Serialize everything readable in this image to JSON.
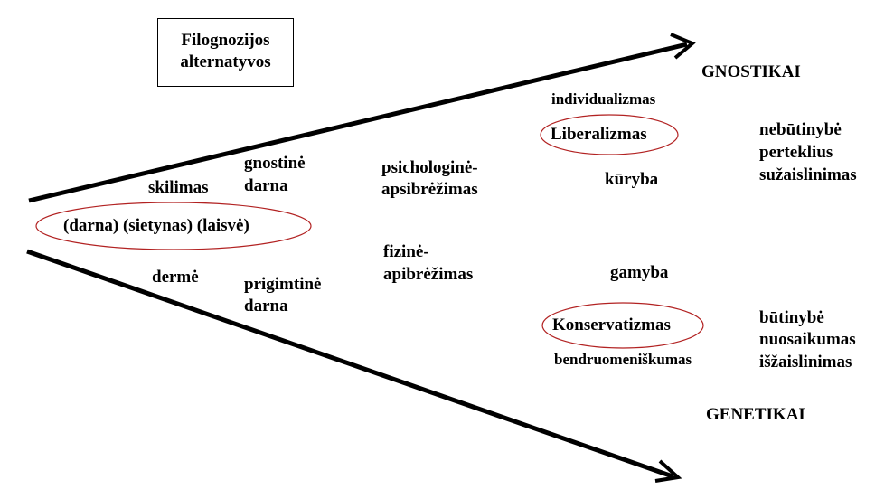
{
  "title_box": {
    "lines": [
      "Filognozijos",
      "alternatyvos"
    ]
  },
  "colors": {
    "ellipse": "#b22222",
    "lines": "#000000"
  },
  "center": {
    "ellipse_text": "(darna) (sietynas) (laisvė)"
  },
  "upper": {
    "label": "skilimas",
    "harmony": [
      "gnostinė",
      "darna"
    ],
    "definition": [
      "psichologinė-",
      "apsibrėžimas"
    ]
  },
  "lower": {
    "label": "dermė",
    "harmony": [
      "prigimtinė",
      "darna"
    ],
    "definition": [
      "fizinė-",
      "apibrėžimas"
    ]
  },
  "liberal": {
    "above": "individualizmas",
    "name": "Liberalizmas",
    "below": "kūryba",
    "traits": [
      "nebūtinybė",
      "perteklius",
      "sužaislinimas"
    ],
    "group": "GNOSTIKAI"
  },
  "conservative": {
    "above": "gamyba",
    "name": "Konservatizmas",
    "below": "bendruomeniškumas",
    "traits": [
      "būtinybė",
      "nuosaikumas",
      "išžaislinimas"
    ],
    "group": "GENETIKAI"
  }
}
